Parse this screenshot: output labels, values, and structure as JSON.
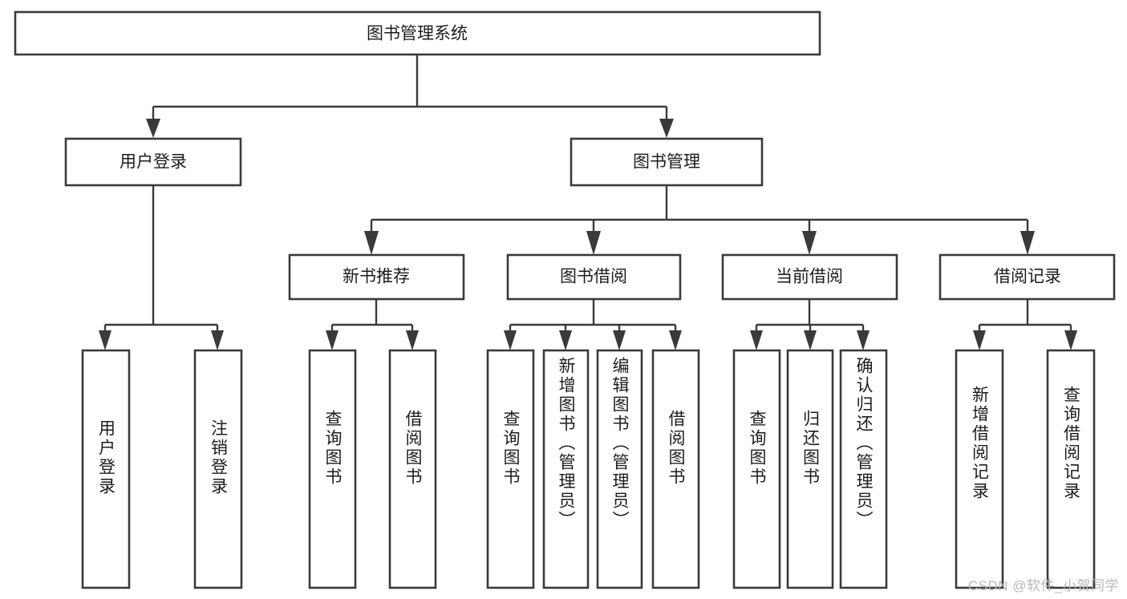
{
  "diagram": {
    "type": "tree-hierarchy-chart",
    "title": "图书管理系统",
    "orientation": "top-down",
    "colors": {
      "stroke": "#3a3a3a",
      "box_fill": "#ffffff",
      "text": "#1c1c1c",
      "background": "#ffffff",
      "watermark": "#b8b8b8"
    },
    "root": {
      "label": "图书管理系统"
    },
    "level2": [
      {
        "label": "用户登录"
      },
      {
        "label": "图书管理"
      }
    ],
    "level3": [
      {
        "label": "新书推荐"
      },
      {
        "label": "图书借阅"
      },
      {
        "label": "当前借阅"
      },
      {
        "label": "借阅记录"
      }
    ],
    "leaves": {
      "user_login": [
        {
          "label": "用户登录"
        },
        {
          "label": "注销登录"
        }
      ],
      "new_book_recommend": [
        {
          "label": "查询图书"
        },
        {
          "label": "借阅图书"
        }
      ],
      "book_borrow": [
        {
          "label": "查询图书"
        },
        {
          "label": "新增图书（管理员）"
        },
        {
          "label": "编辑图书（管理员）"
        },
        {
          "label": "借阅图书"
        }
      ],
      "current_borrow": [
        {
          "label": "查询图书"
        },
        {
          "label": "归还图书"
        },
        {
          "label": "确认归还（管理员）"
        }
      ],
      "borrow_record": [
        {
          "label": "新增借阅记录"
        },
        {
          "label": "查询借阅记录"
        }
      ]
    }
  },
  "watermark": {
    "text": "CSDN @软件_小贺同学"
  }
}
